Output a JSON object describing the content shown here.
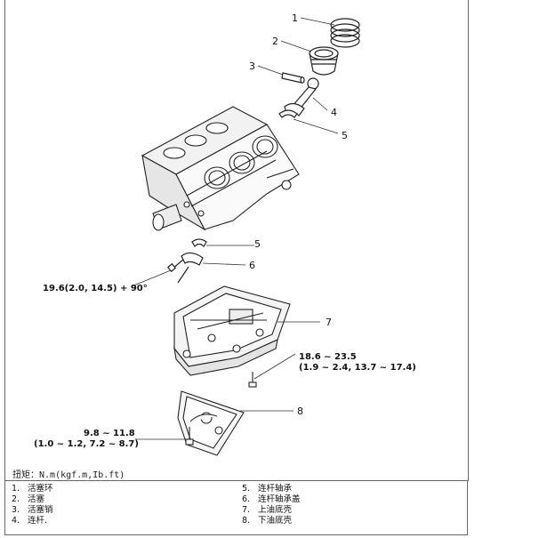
{
  "callouts": [
    "1",
    "2",
    "3",
    "4",
    "5",
    "5",
    "6",
    "7",
    "8"
  ],
  "torque_specs": {
    "nut_bolt": "19.6(2.0,  14.5) + 90°",
    "pan_upper_line1": "18.6 ~ 23.5",
    "pan_upper_line2": "(1.9 ~ 2.4, 13.7 ~ 17.4)",
    "pan_lower_line1": "9.8 ~ 11.8",
    "pan_lower_line2": "(1.0 ~ 1.2, 7.2 ~ 8.7)"
  },
  "caption": "扭矩：N.m(kgf.m,Ib.ft)",
  "legend": {
    "left": [
      {
        "num": "1.",
        "label": "活塞环"
      },
      {
        "num": "2.",
        "label": "活塞"
      },
      {
        "num": "3.",
        "label": "活塞销"
      },
      {
        "num": "4.",
        "label": "连杆."
      }
    ],
    "right": [
      {
        "num": "5.",
        "label": "连杆轴承"
      },
      {
        "num": "6.",
        "label": "连杆轴承盖"
      },
      {
        "num": "7.",
        "label": "上油底壳"
      },
      {
        "num": "8.",
        "label": "下油底壳"
      }
    ]
  }
}
